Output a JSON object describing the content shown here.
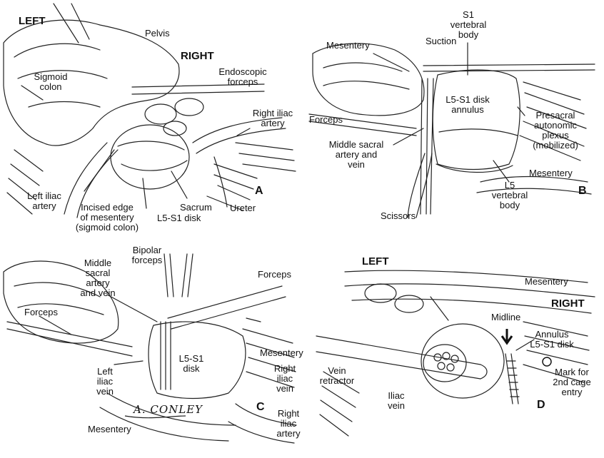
{
  "panels": {
    "a": {
      "letter": "A",
      "left": "LEFT",
      "right": "RIGHT",
      "pelvis": "Pelvis",
      "sigmoid": "Sigmoid\ncolon",
      "endoscopic_forceps": "Endoscopic\nforceps",
      "right_iliac_artery": "Right iliac\nartery",
      "left_iliac_artery": "Left iliac\nartery",
      "incised_edge": "Incised edge\nof mesentery\n(sigmoid colon)",
      "l5s1_disk": "L5-S1 disk",
      "sacrum": "Sacrum",
      "ureter": "Ureter"
    },
    "b": {
      "letter": "B",
      "mesentery_top": "Mesentery",
      "suction": "Suction",
      "s1_vertebral_body": "S1\nvertebral\nbody",
      "disk_annulus": "L5-S1 disk\nannulus",
      "forceps": "Forceps",
      "presacral": "Presacral\nautonomic\nplexus\n(mobilized)",
      "middle_sacral": "Middle sacral\nartery and\nvein",
      "mesentery_bottom": "Mesentery",
      "l5_vertebral_body": "L5\nvertebral\nbody",
      "scissors": "Scissors"
    },
    "c": {
      "letter": "C",
      "bipolar_forceps": "Bipolar\nforceps",
      "middle_sacral": "Middle\nsacral\nartery\nand vein",
      "forceps_right": "Forceps",
      "forceps_left": "Forceps",
      "l5s1_disk": "L5-S1\ndisk",
      "mesentery_right": "Mesentery",
      "left_iliac_vein": "Left\niliac\nvein",
      "right_iliac_vein": "Right\niliac\nvein",
      "signature": "A. CONLEY",
      "mesentery_bottom": "Mesentery",
      "right_iliac_artery": "Right\niliac\nartery"
    },
    "d": {
      "letter": "D",
      "left": "LEFT",
      "mesentery": "Mesentery",
      "right": "RIGHT",
      "midline": "Midline",
      "annulus": "Annulus\nL5-S1 disk",
      "vein_retractor": "Vein\nretractor",
      "mark": "Mark for\n2nd cage\nentry",
      "iliac_vein": "Iliac\nvein"
    }
  }
}
